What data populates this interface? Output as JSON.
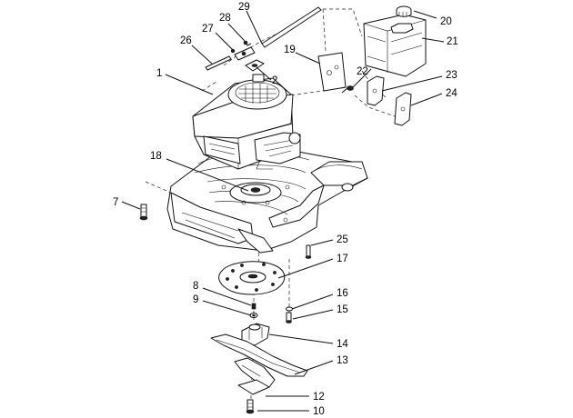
{
  "diagram": {
    "callouts": [
      {
        "id": "c1",
        "label": "1"
      },
      {
        "id": "c2",
        "label": "2"
      },
      {
        "id": "c7",
        "label": "7"
      },
      {
        "id": "c8",
        "label": "8"
      },
      {
        "id": "c9",
        "label": "9"
      },
      {
        "id": "c10",
        "label": "10"
      },
      {
        "id": "c12",
        "label": "12"
      },
      {
        "id": "c13",
        "label": "13"
      },
      {
        "id": "c14",
        "label": "14"
      },
      {
        "id": "c15",
        "label": "15"
      },
      {
        "id": "c16",
        "label": "16"
      },
      {
        "id": "c17",
        "label": "17"
      },
      {
        "id": "c18",
        "label": "18"
      },
      {
        "id": "c19",
        "label": "19"
      },
      {
        "id": "c20",
        "label": "20"
      },
      {
        "id": "c21",
        "label": "21"
      },
      {
        "id": "c22",
        "label": "22"
      },
      {
        "id": "c23",
        "label": "23"
      },
      {
        "id": "c24",
        "label": "24"
      },
      {
        "id": "c25",
        "label": "25"
      },
      {
        "id": "c26",
        "label": "26"
      },
      {
        "id": "c27",
        "label": "27"
      },
      {
        "id": "c28",
        "label": "28"
      },
      {
        "id": "c29",
        "label": "29"
      }
    ]
  }
}
